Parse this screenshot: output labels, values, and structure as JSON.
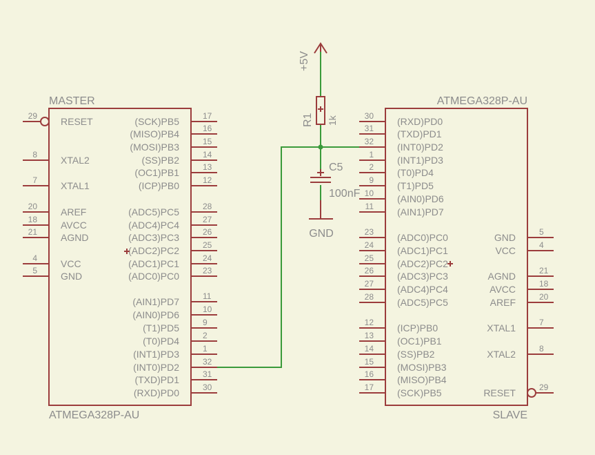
{
  "master": {
    "title": "MASTER",
    "part": "ATMEGA328P-AU",
    "left_pins": [
      {
        "num": "29",
        "name": "RESET"
      },
      {
        "num": "8",
        "name": "XTAL2"
      },
      {
        "num": "7",
        "name": "XTAL1"
      },
      {
        "num": "20",
        "name": "AREF"
      },
      {
        "num": "18",
        "name": "AVCC"
      },
      {
        "num": "21",
        "name": "AGND"
      },
      {
        "num": "4",
        "name": "VCC"
      },
      {
        "num": "5",
        "name": "GND"
      }
    ],
    "right_pins": [
      {
        "num": "17",
        "name": "(SCK)PB5"
      },
      {
        "num": "16",
        "name": "(MISO)PB4"
      },
      {
        "num": "15",
        "name": "(MOSI)PB3"
      },
      {
        "num": "14",
        "name": "(SS)PB2"
      },
      {
        "num": "13",
        "name": "(OC1)PB1"
      },
      {
        "num": "12",
        "name": "(ICP)PB0"
      },
      {
        "num": "28",
        "name": "(ADC5)PC5"
      },
      {
        "num": "27",
        "name": "(ADC4)PC4"
      },
      {
        "num": "26",
        "name": "(ADC3)PC3"
      },
      {
        "num": "25",
        "name": "(ADC2)PC2"
      },
      {
        "num": "24",
        "name": "(ADC1)PC1"
      },
      {
        "num": "23",
        "name": "(ADC0)PC0"
      },
      {
        "num": "11",
        "name": "(AIN1)PD7"
      },
      {
        "num": "10",
        "name": "(AIN0)PD6"
      },
      {
        "num": "9",
        "name": "(T1)PD5"
      },
      {
        "num": "2",
        "name": "(T0)PD4"
      },
      {
        "num": "1",
        "name": "(INT1)PD3"
      },
      {
        "num": "32",
        "name": "(INT0)PD2"
      },
      {
        "num": "31",
        "name": "(TXD)PD1"
      },
      {
        "num": "30",
        "name": "(RXD)PD0"
      }
    ]
  },
  "slave": {
    "title": "SLAVE",
    "part": "ATMEGA328P-AU",
    "left_pins": [
      {
        "num": "30",
        "name": "(RXD)PD0"
      },
      {
        "num": "31",
        "name": "(TXD)PD1"
      },
      {
        "num": "32",
        "name": "(INT0)PD2"
      },
      {
        "num": "1",
        "name": "(INT1)PD3"
      },
      {
        "num": "2",
        "name": "(T0)PD4"
      },
      {
        "num": "9",
        "name": "(T1)PD5"
      },
      {
        "num": "10",
        "name": "(AIN0)PD6"
      },
      {
        "num": "11",
        "name": "(AIN1)PD7"
      },
      {
        "num": "23",
        "name": "(ADC0)PC0"
      },
      {
        "num": "24",
        "name": "(ADC1)PC1"
      },
      {
        "num": "25",
        "name": "(ADC2)PC2"
      },
      {
        "num": "26",
        "name": "(ADC3)PC3"
      },
      {
        "num": "27",
        "name": "(ADC4)PC4"
      },
      {
        "num": "28",
        "name": "(ADC5)PC5"
      },
      {
        "num": "12",
        "name": "(ICP)PB0"
      },
      {
        "num": "13",
        "name": "(OC1)PB1"
      },
      {
        "num": "14",
        "name": "(SS)PB2"
      },
      {
        "num": "15",
        "name": "(MOSI)PB3"
      },
      {
        "num": "16",
        "name": "(MISO)PB4"
      },
      {
        "num": "17",
        "name": "(SCK)PB5"
      }
    ],
    "right_pins": [
      {
        "num": "5",
        "name": "GND"
      },
      {
        "num": "4",
        "name": "VCC"
      },
      {
        "num": "21",
        "name": "AGND"
      },
      {
        "num": "18",
        "name": "AVCC"
      },
      {
        "num": "20",
        "name": "AREF"
      },
      {
        "num": "7",
        "name": "XTAL1"
      },
      {
        "num": "8",
        "name": "XTAL2"
      },
      {
        "num": "29",
        "name": "RESET"
      }
    ]
  },
  "supply": {
    "label": "+5V"
  },
  "resistor": {
    "name": "R1",
    "value": "1k"
  },
  "capacitor": {
    "name": "C5",
    "value": "100nF"
  },
  "ground": {
    "label": "GND"
  },
  "colors": {
    "background": "#f4f4e0",
    "component": "#9b3c3c",
    "wire": "#3a9a3a",
    "text": "#8c8c8c"
  }
}
